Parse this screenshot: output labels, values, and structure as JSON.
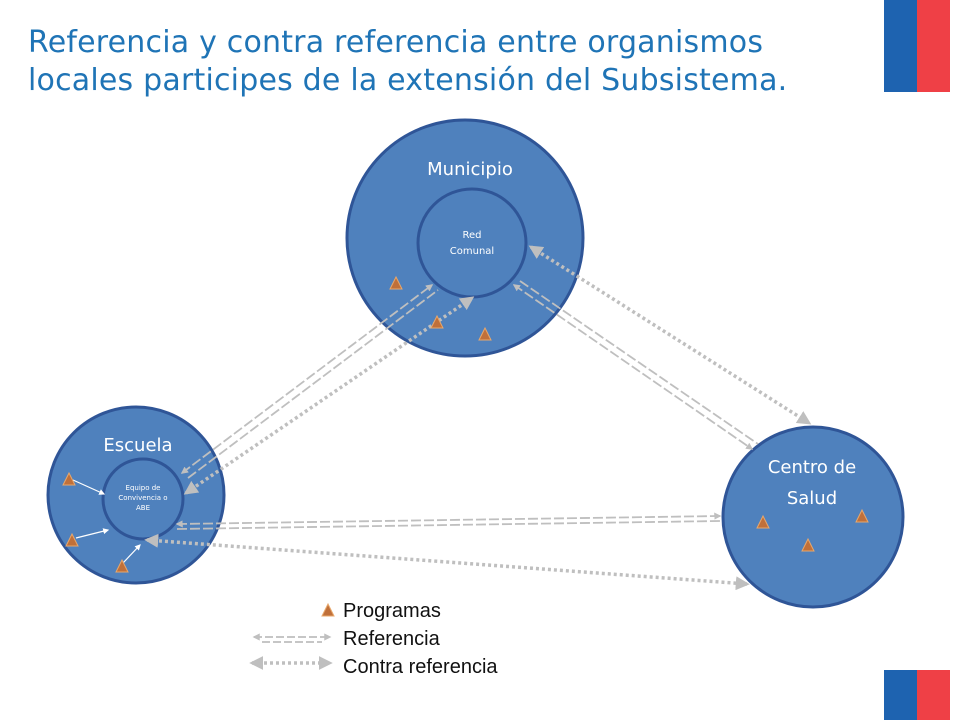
{
  "title": {
    "line1": "Referencia y contra referencia entre organismos",
    "line2": "locales participes de la extensión del Subsistema."
  },
  "nodes": {
    "municipio": {
      "label": "Municipio",
      "inner_line1": "Red",
      "inner_line2": "Comunal"
    },
    "escuela": {
      "label": "Escuela",
      "inner_line1": "Equipo de",
      "inner_line2": "Convivencia o",
      "inner_line3": "ABE"
    },
    "centro": {
      "line1": "Centro de",
      "line2": "Salud"
    }
  },
  "legend": {
    "programas": "Programas",
    "referencia": "Referencia",
    "contra": "Contra referencia"
  },
  "colors": {
    "title": "#1f74b6",
    "circle_fill": "#4f81bd",
    "circle_stroke": "#2f5597",
    "triangle": "#c0703a",
    "arrow": "#bfbfbf",
    "flag_blue": "#1e63b0",
    "flag_red": "#ef4046"
  }
}
